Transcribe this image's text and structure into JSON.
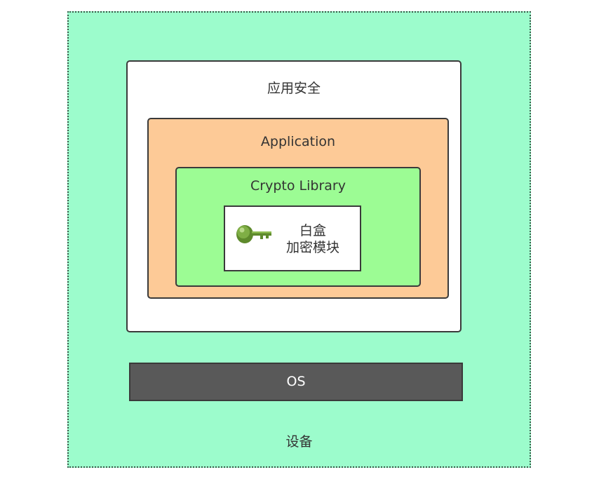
{
  "diagram": {
    "device_label": "设备",
    "app_security_label": "应用安全",
    "application_label": "Application",
    "crypto_library_label": "Crypto Library",
    "module_line1": "白盒",
    "module_line2": "加密模块",
    "os_label": "OS",
    "key_icon": "key-icon"
  },
  "colors": {
    "device_bg": "#9cfccc",
    "application_bg": "#fdca97",
    "crypto_bg": "#9cfc94",
    "os_bg": "#595959",
    "key": "#6f9a3a"
  }
}
